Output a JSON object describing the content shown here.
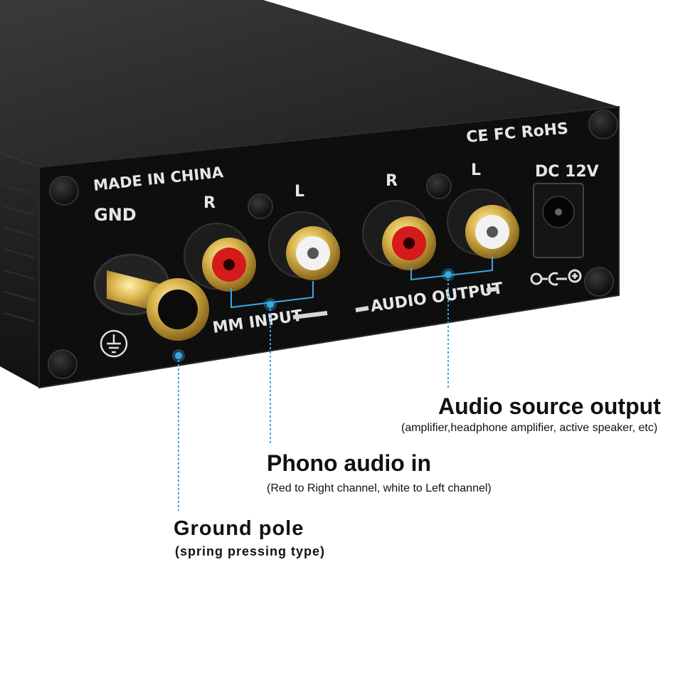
{
  "device": {
    "panel_labels": {
      "made_in": "MADE IN CHINA",
      "gnd": "GND",
      "input_r": "R",
      "input_l": "L",
      "output_r": "R",
      "output_l": "L",
      "dc": "DC 12V",
      "mm_input": "MM INPUT",
      "audio_output": "AUDIO OUTPUT",
      "certifications": "CE FC RoHS"
    },
    "colors": {
      "body": "#1a1a1a",
      "panel": "#0d0d0d",
      "gold": "#c9a23a",
      "rca_red": "#d41a1a",
      "rca_white": "#f2f2f2",
      "callout_line": "#3aa7e0"
    }
  },
  "callouts": {
    "audio_output": {
      "title": "Audio source output",
      "subtitle": "(amplifier,headphone amplifier, active speaker, etc)"
    },
    "phono_in": {
      "title": "Phono audio in",
      "subtitle": "(Red to Right channel, white to Left channel)"
    },
    "ground": {
      "title": "Ground pole",
      "subtitle": "(spring pressing type)"
    }
  }
}
